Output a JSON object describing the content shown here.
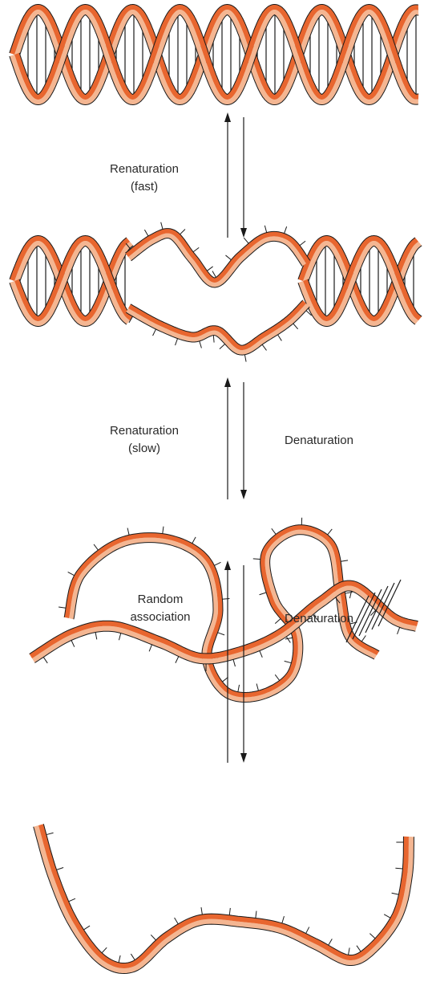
{
  "colors": {
    "dark_strand": "#e8662f",
    "light_strand": "#f4b692",
    "ink": "#1a1a1a",
    "background": "#ffffff"
  },
  "diagram": {
    "stages": [
      {
        "id": "double-helix",
        "state": "fully base-paired double helix"
      },
      {
        "id": "partially-melted",
        "state": "double helix with a central melted bubble"
      },
      {
        "id": "unstacked-tangle",
        "state": "tangled strands with one short paired segment"
      },
      {
        "id": "single-strands",
        "state": "separated single strands"
      }
    ],
    "transitions": [
      {
        "up_label": [
          "Renaturation",
          "(fast)"
        ],
        "down_label": []
      },
      {
        "up_label": [
          "Renaturation",
          "(slow)"
        ],
        "down_label": [
          "Denaturation"
        ]
      },
      {
        "up_label": [
          "Random",
          "association"
        ],
        "down_label": [
          "Denaturation"
        ]
      }
    ]
  }
}
